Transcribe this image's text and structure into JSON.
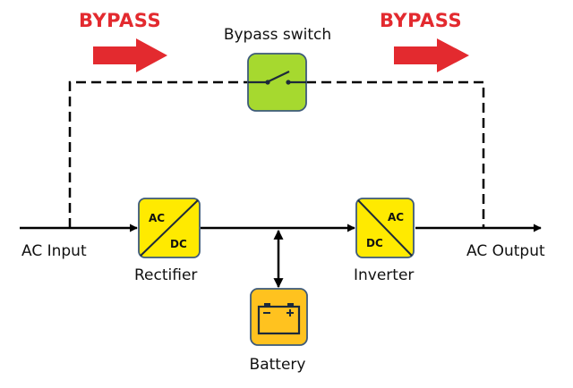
{
  "bypass_labels": {
    "left": "BYPASS",
    "right": "BYPASS"
  },
  "bypass_switch": {
    "label": "Bypass switch"
  },
  "rectifier": {
    "label": "Rectifier",
    "in": "AC",
    "out": "DC"
  },
  "inverter": {
    "label": "Inverter",
    "in": "DC",
    "out": "AC"
  },
  "battery": {
    "label": "Battery"
  },
  "io": {
    "input": "AC Input",
    "output": "AC Output"
  },
  "colors": {
    "bypass_red": "#e32a2f",
    "converter_yellow": "#ffea00",
    "switch_green": "#a6d92f",
    "battery_orange": "#ffc21f",
    "line": "#000000"
  }
}
